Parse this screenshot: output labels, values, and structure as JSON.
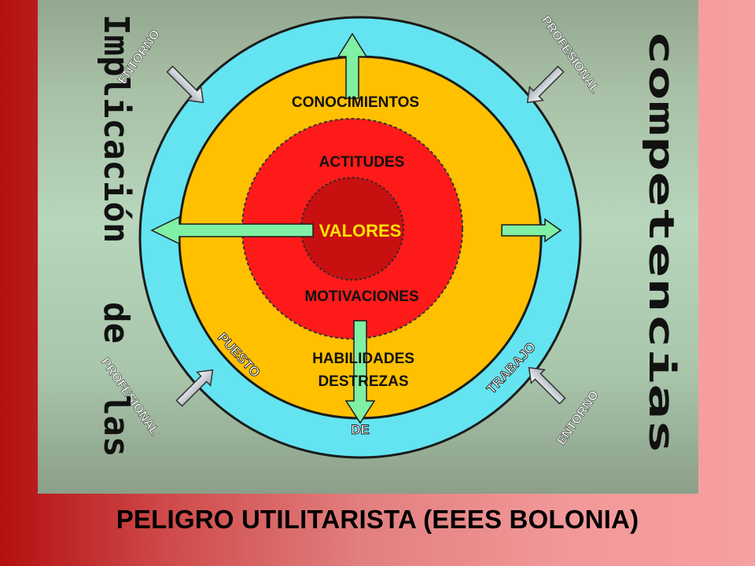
{
  "side_titles": {
    "left_word_1": "Implicación",
    "left_word_2": "de",
    "left_word_3": "las",
    "right_word": "competencias"
  },
  "diagram": {
    "core": "VALORES",
    "red_ring_top": "ACTITUDES",
    "red_ring_bottom": "MOTIVACIONES",
    "yellow_ring_top": "CONOCIMIENTOS",
    "yellow_ring_bottom_line1": "HABILIDADES",
    "yellow_ring_bottom_line2": "DESTREZAS",
    "outer_ring_left": "PUESTO",
    "outer_ring_bottom": "DE",
    "outer_ring_right": "TRABAJO"
  },
  "external_labels": {
    "top_left": "ENTORNO",
    "top_right": "PROFESIONAL",
    "bottom_left": "PROFESIONAL",
    "bottom_right": "ENTORNO"
  },
  "footer": {
    "title": "PELIGRO UTILITARISTA (EEES BOLONIA)"
  },
  "colors": {
    "outer_ring": "#63e4f0",
    "middle_ring": "#ffc000",
    "inner_ring": "#ff1a1a",
    "core": "#c81010",
    "arrow_green": "#7ff0a4"
  }
}
